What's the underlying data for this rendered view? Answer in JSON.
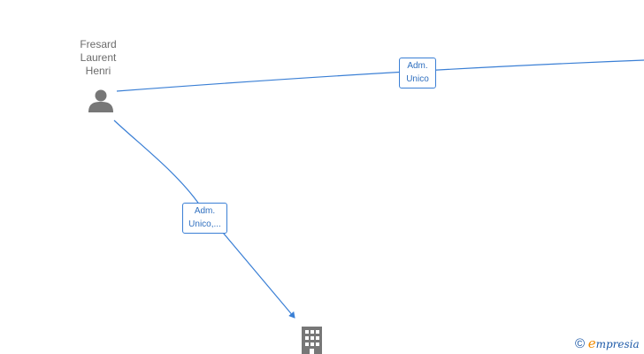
{
  "person": {
    "name_lines": [
      "Fresard",
      "Laurent",
      "Henri"
    ],
    "icon": "person-icon"
  },
  "edges": [
    {
      "label_lines": [
        "Adm.",
        "Unico"
      ]
    },
    {
      "label_lines": [
        "Adm.",
        "Unico,..."
      ]
    }
  ],
  "company": {
    "icon": "building-icon"
  },
  "watermark": {
    "copyright": "©",
    "brand_initial": "e",
    "brand_rest": "mpresia"
  },
  "colors": {
    "edge": "#3a7fd5",
    "node": "#777777",
    "brand_orange": "#f08a00",
    "brand_blue": "#1e5aa8"
  }
}
